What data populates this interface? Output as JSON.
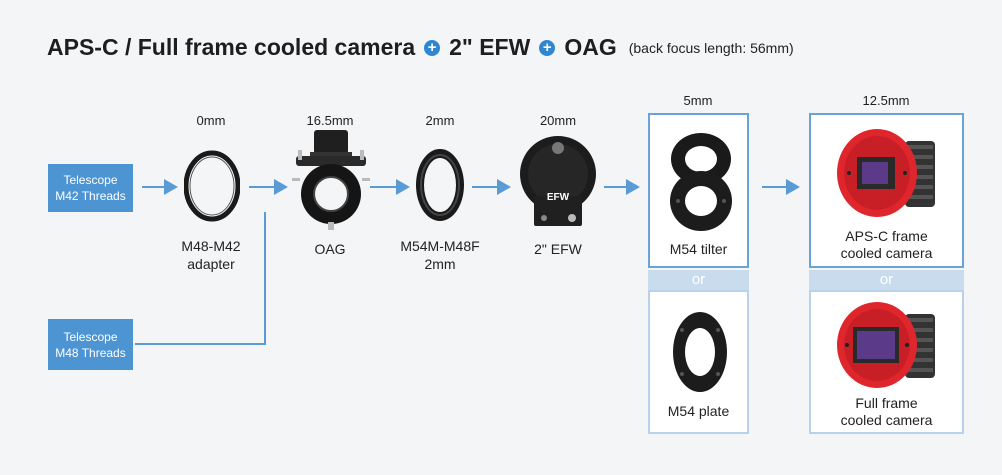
{
  "title": {
    "part1": "APS-C / Full frame cooled camera",
    "part2": "2\" EFW",
    "part3": "OAG",
    "note": "(back focus length: 56mm)"
  },
  "sources": [
    {
      "line1": "Telescope",
      "line2": "M42 Threads"
    },
    {
      "line1": "Telescope",
      "line2": "M48 Threads"
    }
  ],
  "components": [
    {
      "length": "0mm",
      "caption1": "M48-M42",
      "caption2": "adapter"
    },
    {
      "length": "16.5mm",
      "caption1": "OAG",
      "caption2": ""
    },
    {
      "length": "2mm",
      "caption1": "M54M-M48F",
      "caption2": "2mm"
    },
    {
      "length": "20mm",
      "caption1": "2\" EFW",
      "caption2": "",
      "body_text": "EFW"
    }
  ],
  "tilter_group": {
    "length": "5mm",
    "option1": "M54 tilter",
    "or": "or",
    "option2": "M54 plate"
  },
  "camera_group": {
    "length": "12.5mm",
    "option1_line1": "APS-C frame",
    "option1_line2": "cooled camera",
    "or": "or",
    "option2_line1": "Full frame",
    "option2_line2": "cooled camera"
  },
  "colors": {
    "accent": "#2f86d1",
    "button": "#4d94d3",
    "arrow": "#5b9bd5",
    "camera_red": "#e0262d"
  }
}
